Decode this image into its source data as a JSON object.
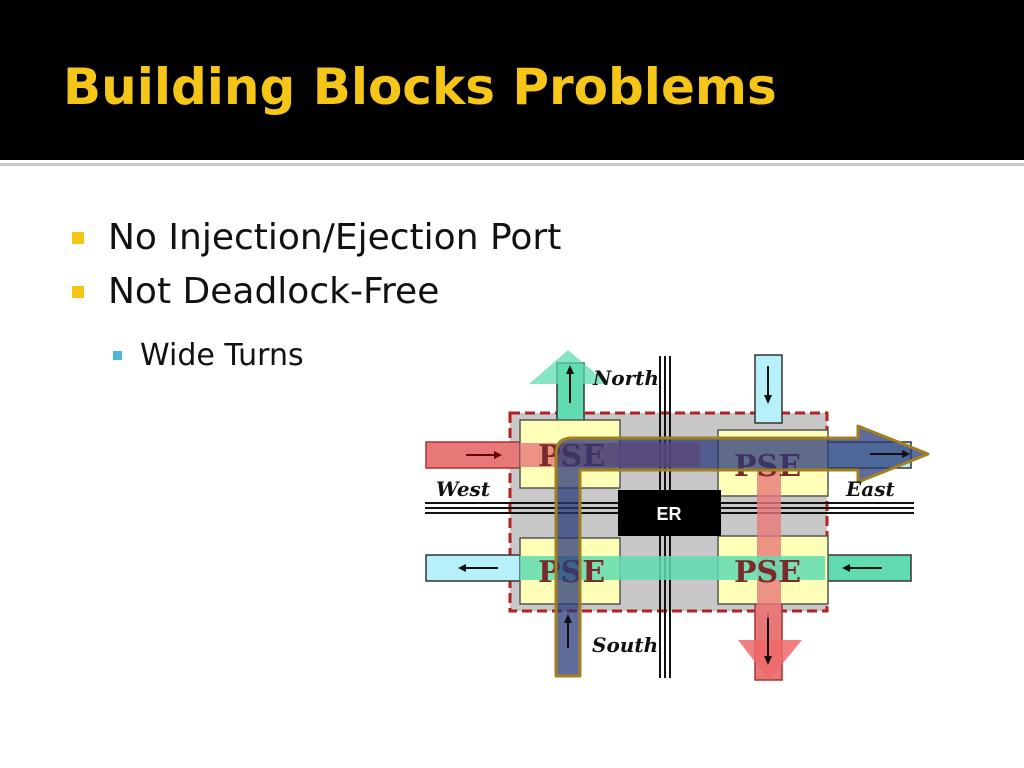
{
  "slide": {
    "title": "Building Blocks Problems",
    "bullets": [
      {
        "text": "No Injection/Ejection Port",
        "level": 1
      },
      {
        "text": "Not Deadlock-Free",
        "level": 1
      },
      {
        "text": "Wide Turns",
        "level": 2
      }
    ]
  },
  "diagram": {
    "labels": {
      "north": "North",
      "south": "South",
      "east": "East",
      "west": "West",
      "er": "ER",
      "pse": "PSE"
    }
  },
  "colors": {
    "title_bar": "#000000",
    "title_text": "#f5c518",
    "bullet_l1": "#f5c518",
    "bullet_l2": "#4fb8d8",
    "router_fill": "#c8c8c8",
    "router_border": "#b22222",
    "pse_fill": "#ffffb8",
    "red_lane": "#e06464",
    "cyan_lane": "#b6f0f8",
    "green_lane": "#48d8a0",
    "navy_path": "#2a3a7a",
    "path_outline": "#a08020"
  }
}
